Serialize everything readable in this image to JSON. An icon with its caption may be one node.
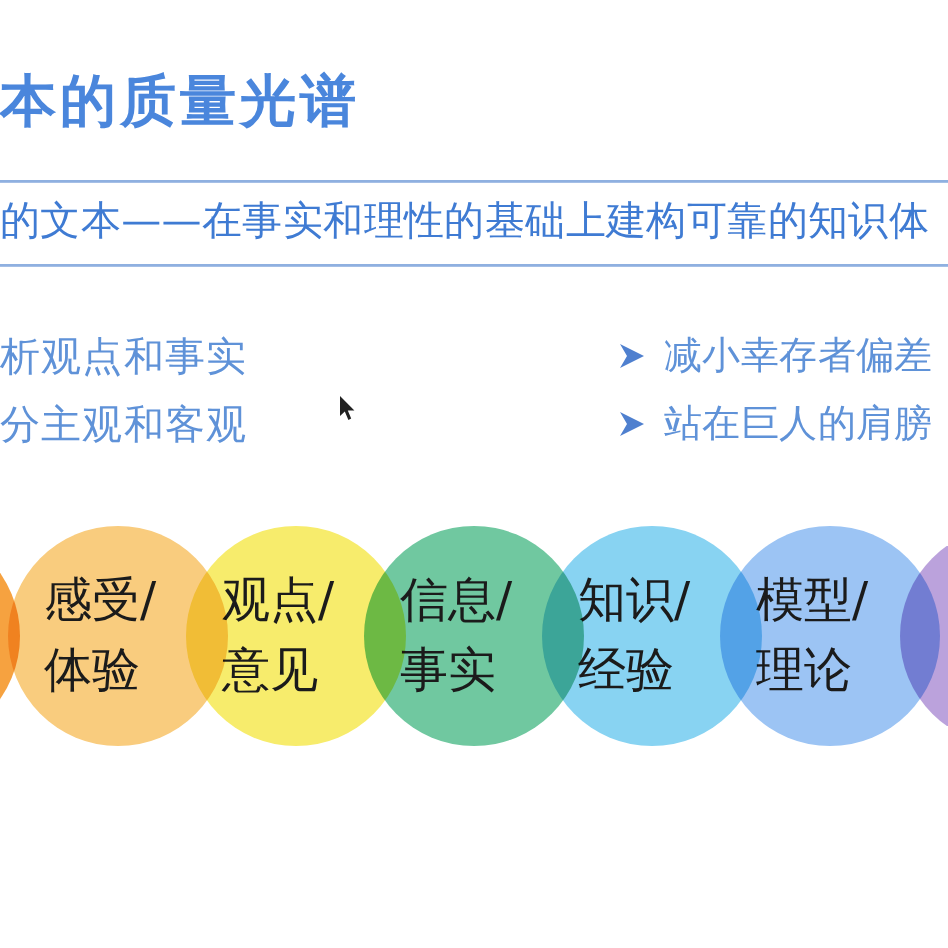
{
  "diagram": {
    "title": "本的质量光谱",
    "nodes": [
      {
        "text": [],
        "shape": "circle"
      },
      {
        "text": [
          "感受/体验"
        ]
      },
      {
        "text": [
          "观点/意见"
        ]
      },
      {
        "text": [
          "信息/事实"
        ]
      },
      {
        "text": [
          "知识/经验"
        ]
      },
      {
        "text": [
          "模型/理论"
        ]
      },
      {
        "text": [],
        "shape": "circle"
      }
    ],
    "labels": [
      "的文本——在事实和理性的基础上建构可靠的知识体",
      "析观点和事实",
      "减小幸存者偏差",
      "分主观和客观",
      "站在巨人的肩膀"
    ]
  }
}
